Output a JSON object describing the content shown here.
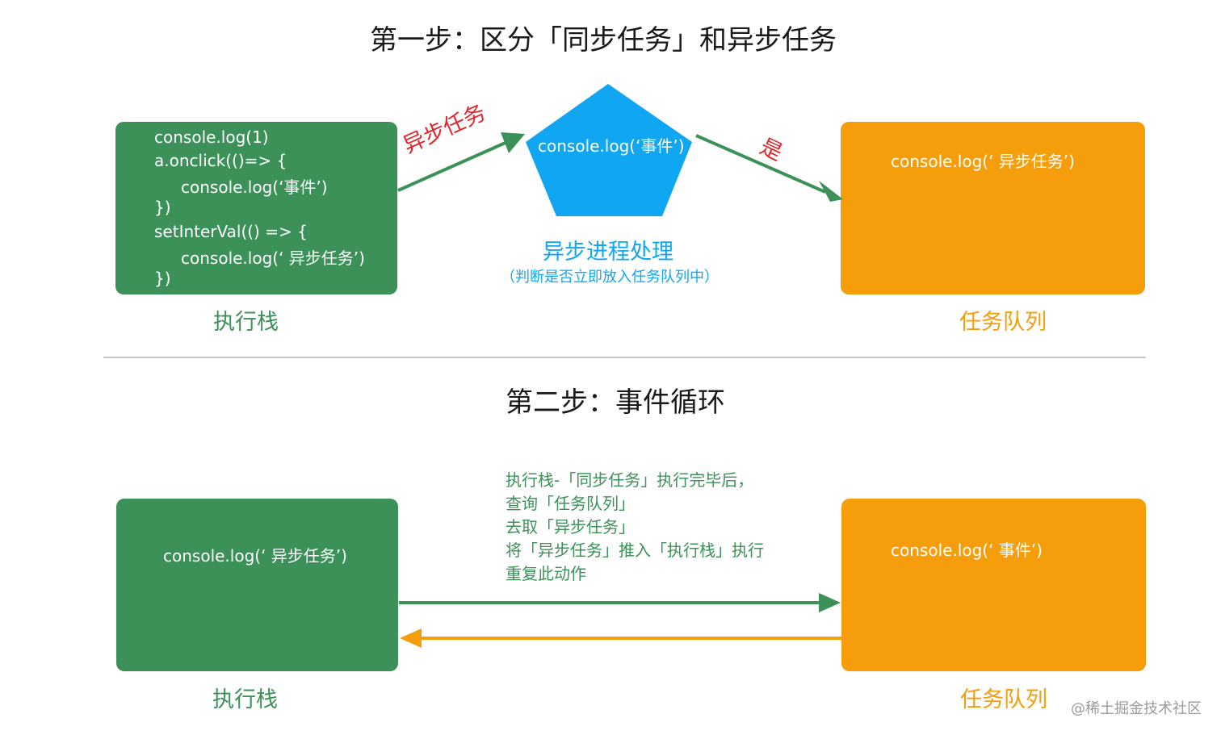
{
  "step1": {
    "title": "第一步：区分「同步任务」和异步任务",
    "stack_code": [
      "console.log(1)",
      "a.onclick(()=> {",
      "console.log(‘事件’)",
      "})",
      "setInterVal(() => {",
      "console.log(‘ 异步任务’)",
      "})"
    ],
    "stack_label": "执行栈",
    "arrow_async_label": "异步任务",
    "pentagon_text": "console.log(‘事件’)",
    "process_label": "异步进程处理",
    "process_sublabel": "（判断是否立即放入任务队列中）",
    "arrow_yes_label": "是",
    "queue_text": "console.log(‘ 异步任务’)",
    "queue_label": "任务队列"
  },
  "step2": {
    "title": "第二步：事件循环",
    "stack_text": "console.log(‘ 异步任务’)",
    "stack_label": "执行栈",
    "notes": [
      "执行栈-「同步任务」执行完毕后，",
      "查询「任务队列」",
      "去取「异步任务」",
      "将「异步任务」推入「执行栈」执行",
      "重复此动作"
    ],
    "queue_text": "console.log(‘ 事件’)",
    "queue_label": "任务队列"
  },
  "watermark": "@稀土掘金技术社区",
  "colors": {
    "green": "#3b9158",
    "orange": "#f59d0b",
    "blue": "#10a6f2",
    "red": "#e0262b",
    "divider": "#b5b5b5"
  }
}
